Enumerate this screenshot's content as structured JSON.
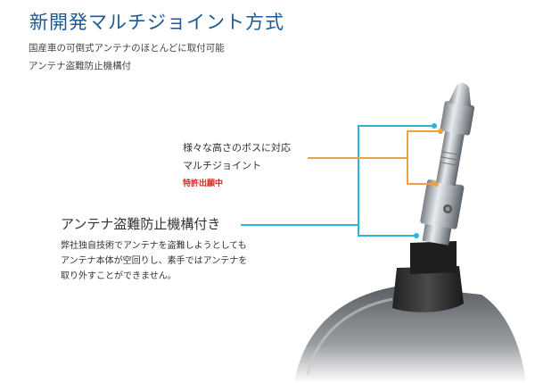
{
  "header": {
    "title": "新開発マルチジョイント方式",
    "subtitle_lines": [
      "国産車の可倒式アンテナのほとんどに取付可能",
      "アンテナ盗難防止機構付"
    ]
  },
  "callouts": {
    "joint": {
      "lines": [
        "様々な高さのボスに対応",
        "マルチジョイント"
      ],
      "badge": "特許出願中"
    },
    "anti_theft": {
      "heading": "アンテナ盗難防止機構付き",
      "lines": [
        "弊社独自技術でアンテナを盗難しようとしても",
        "アンテナ本体が空回りし、素手ではアンテナを",
        "取り外すことができません。"
      ]
    }
  },
  "colors": {
    "title": "#1a5a9a",
    "blue_leader": "#2bb5dc",
    "orange_leader": "#f0a040",
    "badge": "#e02020"
  }
}
